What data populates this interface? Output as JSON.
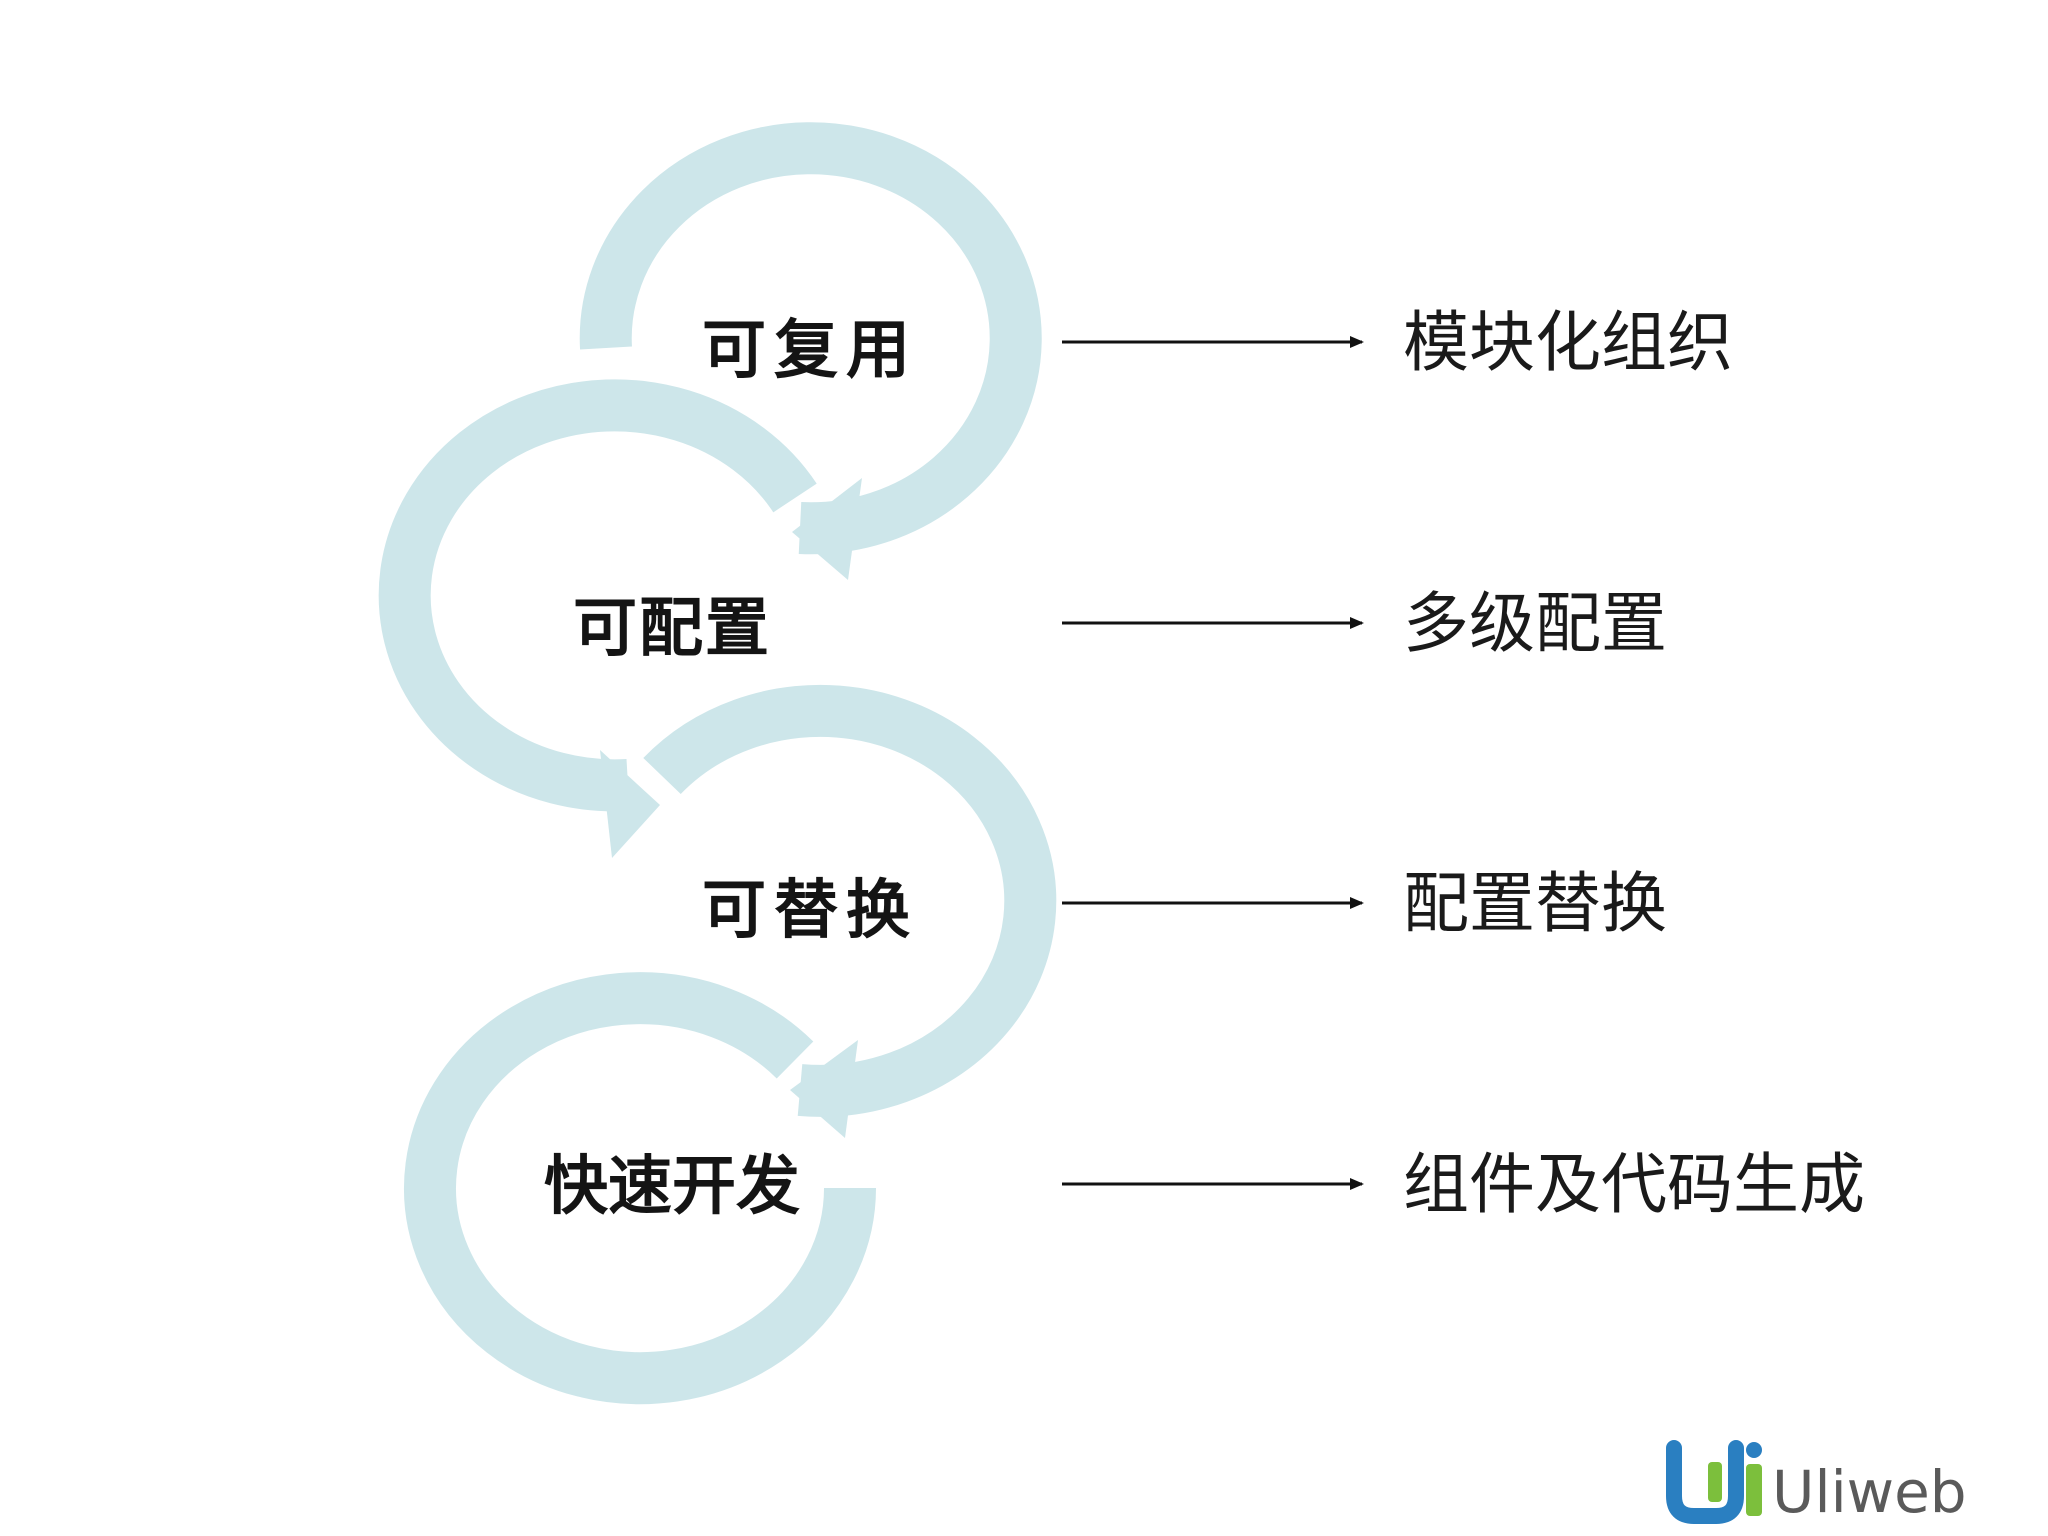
{
  "steps": [
    {
      "label": "可复用",
      "result": "模块化组织"
    },
    {
      "label": "可配置",
      "result": "多级配置"
    },
    {
      "label": "可替换",
      "result": "配置替换"
    },
    {
      "label": "快速开发",
      "result": "组件及代码生成"
    }
  ],
  "logo": {
    "text": "Uliweb",
    "mark": "Ui"
  },
  "colors": {
    "ring": "#cde6ea",
    "text": "#141414",
    "arrow": "#111111",
    "logo_blue": "#2a7fc1",
    "logo_green": "#7cbf3c",
    "logo_gray": "#5a5a5a"
  }
}
